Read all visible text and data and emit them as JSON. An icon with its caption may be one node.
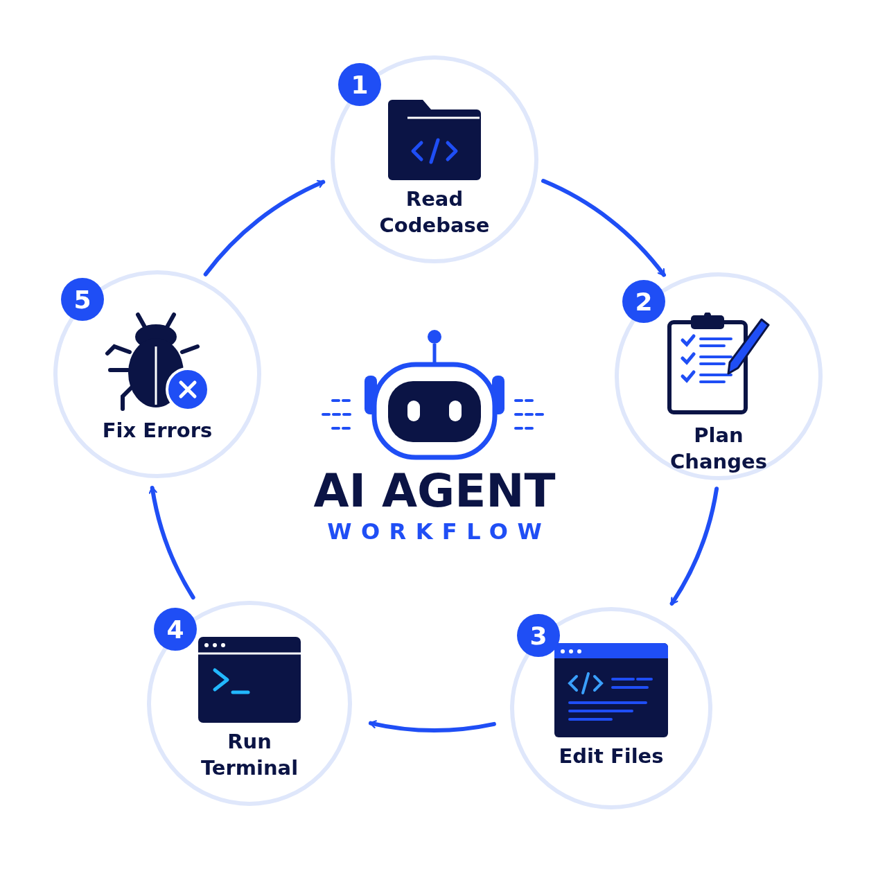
{
  "diagram": {
    "title": "AI AGENT",
    "nodes": [
      {
        "text": [
          "1",
          "Read Codebase"
        ]
      },
      {
        "text": [
          "2",
          "Plan Changes"
        ]
      },
      {
        "text": [
          "3",
          "Edit Files"
        ]
      },
      {
        "text": [
          "4",
          "Run Terminal"
        ]
      },
      {
        "text": [
          "5",
          "Fix Errors"
        ]
      }
    ],
    "edges": [
      {
        "from": 0,
        "to": 1,
        "arrow": "to"
      },
      {
        "from": 1,
        "to": 2,
        "arrow": "to"
      },
      {
        "from": 2,
        "to": 3,
        "arrow": "to"
      },
      {
        "from": 3,
        "to": 4,
        "arrow": "to"
      },
      {
        "from": 4,
        "to": 0,
        "arrow": "to"
      }
    ],
    "labels": [
      "WORKFLOW"
    ]
  }
}
